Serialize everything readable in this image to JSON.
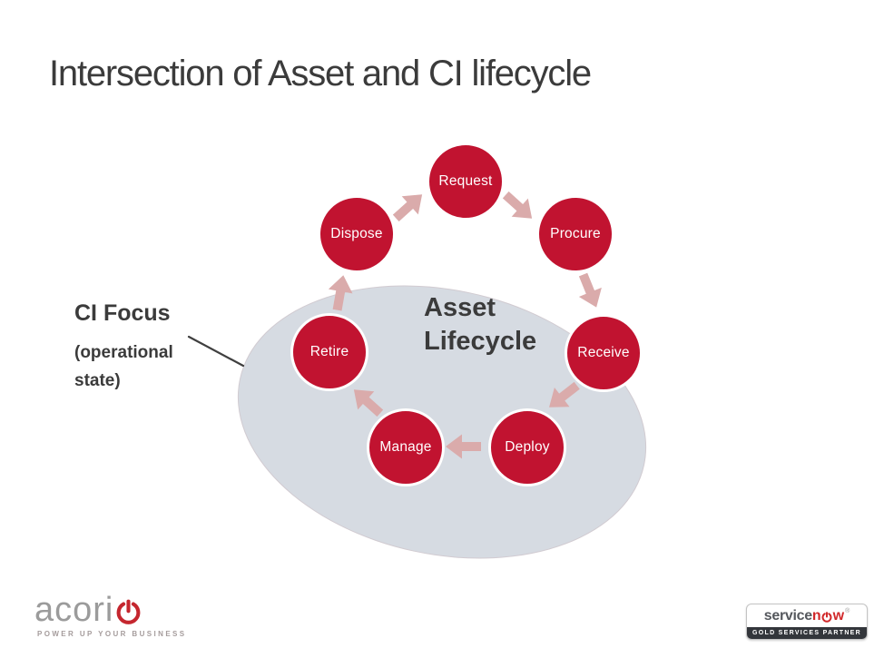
{
  "slide": {
    "title": "Intersection of Asset and CI lifecycle"
  },
  "diagram": {
    "center_label": {
      "line1": "Asset",
      "line2": "Lifecycle"
    },
    "stages": [
      {
        "label": "Request"
      },
      {
        "label": "Procure"
      },
      {
        "label": "Receive"
      },
      {
        "label": "Deploy"
      },
      {
        "label": "Manage"
      },
      {
        "label": "Retire"
      },
      {
        "label": "Dispose"
      }
    ],
    "flow_arrows": [
      "dispose-to-request",
      "request-to-procure",
      "procure-to-receive",
      "receive-to-deploy",
      "deploy-to-manage",
      "manage-to-retire",
      "retire-to-dispose"
    ],
    "ci_focus": {
      "title": "CI Focus",
      "line2": "(operational",
      "line3": "state)"
    }
  },
  "icons": {
    "power_icon": "circle arc with top bar (power symbol)",
    "flow_arrow": "rose block arrow"
  },
  "colors": {
    "stage_red": "#C11330",
    "arrow_rose": "#DAABAB",
    "ellipse_gray": "#D6DBE2",
    "text_dark": "#3B3B3B",
    "acorio_gray": "#9B9B9B",
    "brand_red": "#C5262E",
    "servicenow_red": "#D1292B",
    "servicenow_gray": "#55585D",
    "banner_dark": "#33363B"
  },
  "footer": {
    "acorio": {
      "wordmark": "acori",
      "tagline": "POWER UP YOUR BUSINESS"
    },
    "servicenow": {
      "prefix": "service",
      "n": "n",
      "w": "w",
      "registered": "®",
      "banner": "GOLD SERVICES PARTNER"
    }
  }
}
